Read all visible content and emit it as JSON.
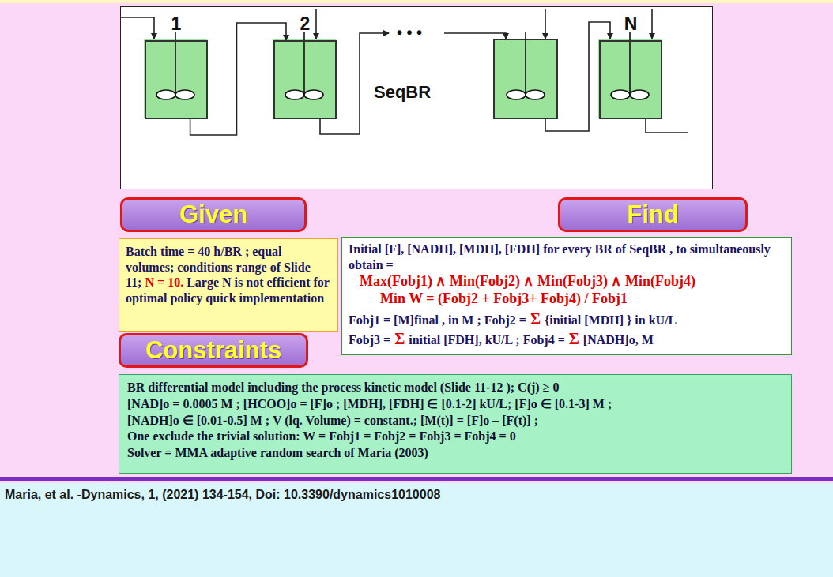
{
  "diagram": {
    "nodes": [
      {
        "text": [
          "SeqBR"
        ]
      },
      {
        "text": [
          "1"
        ],
        "in": 0
      },
      {
        "text": [
          "2"
        ],
        "in": 0
      },
      {
        "text": [
          "N"
        ],
        "in": 0
      },
      {
        "text": [
          "Given"
        ]
      },
      {
        "text": [
          "Find"
        ]
      },
      {
        "text": [
          "Batch time = 40 h/BR ; equal volumes; conditions range of Slide 11;",
          "N = 10.",
          "Large N is not efficient for optimal policy quick implementation"
        ]
      },
      {
        "text": [
          "Initial [F], [NADH], [MDH], [FDH] for every BR of SeqBR , to simultaneously obtain =",
          "Max(Fobj1) ∧ Min(Fobj2) ∧ Min(Fobj3) ∧ Min(Fobj4)",
          "Min W = (Fobj2 + Fobj3+ Fobj4) / Fobj1",
          "Fobj1 = [M]final , in M ; Fobj2 =",
          "Σ",
          "{initial [MDH] } in kU/L",
          "Fobj3 =",
          "Σ",
          "initial [FDH], kU/L ; Fobj4 =",
          "Σ",
          "[NADH]o, M"
        ]
      },
      {
        "text": [
          "Constraints"
        ]
      },
      {
        "text": [
          "BR differential model including the process kinetic model (Slide 11-12 ); C(j) ≥ 0",
          "[NAD]o = 0.0005 M ; [HCOO]o = [F]o ; [MDH], [FDH] ∈ [0.1-2] kU/L; [F]o ∈ [0.1-3] M ;",
          "[NADH]o ∈ [0.01-0.5] M ; V (lq. Volume) = constant.; [M(t)] = [F]o – [F(t)] ;",
          "One exclude the trivial solution: W = Fobj1 = Fobj2 = Fobj3 = Fobj4 = 0",
          "Solver = MMA adaptive random search of Maria (2003)"
        ]
      }
    ],
    "edges": [
      {
        "from": 1,
        "to": 2,
        "arrow": "to"
      }
    ],
    "labels": [
      "• • •",
      "Maria, et al. -Dynamics, 1, (2021) 134-154, Doi: 10.3390/dynamics1010008"
    ]
  }
}
